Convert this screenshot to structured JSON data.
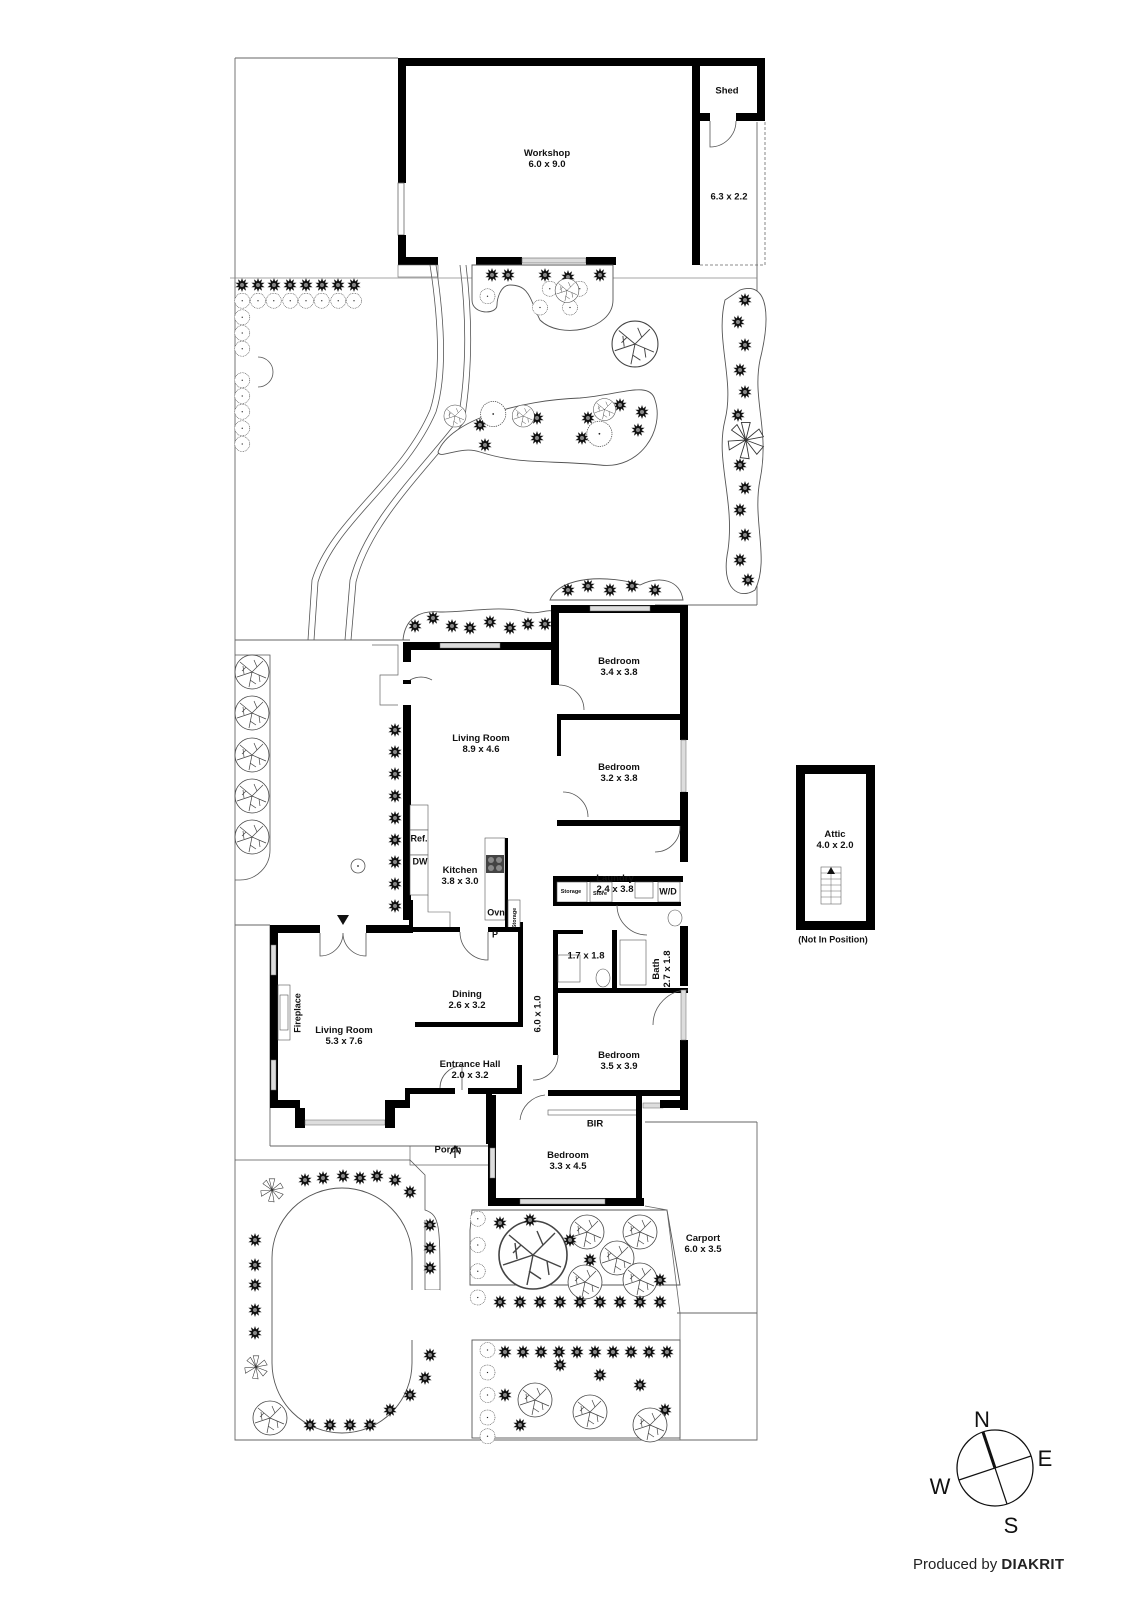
{
  "plan": {
    "rooms": [
      {
        "id": "workshop",
        "name": "Workshop",
        "dims": "6.0 x 9.0"
      },
      {
        "id": "shed",
        "name": "Shed",
        "dims": ""
      },
      {
        "id": "shed-annex",
        "name": "",
        "dims": "6.3 x 2.2"
      },
      {
        "id": "bedroom-1",
        "name": "Bedroom",
        "dims": "3.4 x 3.8"
      },
      {
        "id": "bedroom-2",
        "name": "Bedroom",
        "dims": "3.2 x 3.8"
      },
      {
        "id": "living-room-rear",
        "name": "Living Room",
        "dims": "8.9 x 4.6"
      },
      {
        "id": "laundry",
        "name": "Laundry",
        "dims": "2.4 x 3.8"
      },
      {
        "id": "kitchen",
        "name": "Kitchen",
        "dims": "3.8 x 3.0"
      },
      {
        "id": "ensuite",
        "name": "",
        "dims": "1.7 x 1.8"
      },
      {
        "id": "bath",
        "name": "Bath",
        "dims": "2.7 x 1.8"
      },
      {
        "id": "dining",
        "name": "Dining",
        "dims": "2.6 x 3.2"
      },
      {
        "id": "living-room-front",
        "name": "Living Room",
        "dims": "5.3 x 7.6"
      },
      {
        "id": "entrance-hall",
        "name": "Entrance Hall",
        "dims": "2.0 x 3.2"
      },
      {
        "id": "hallway",
        "name": "",
        "dims": "6.0 x 1.0"
      },
      {
        "id": "bedroom-3",
        "name": "Bedroom",
        "dims": "3.5 x 3.9"
      },
      {
        "id": "bir",
        "name": "BIR",
        "dims": ""
      },
      {
        "id": "porch",
        "name": "Porch",
        "dims": ""
      },
      {
        "id": "bedroom-4",
        "name": "Bedroom",
        "dims": "3.3 x 4.5"
      },
      {
        "id": "carport",
        "name": "Carport",
        "dims": "6.0 x 3.5"
      }
    ],
    "fixtures": {
      "ref": "Ref.",
      "dw": "DW",
      "oven": "Ovn",
      "pantry": "P",
      "storage_kitchen": "Storage",
      "storage_laundry": "Storage",
      "store": "Store",
      "washer_dryer": "W/D",
      "fireplace": "Fireplace"
    },
    "attic": {
      "name": "Attic",
      "dims": "4.0 x 2.0",
      "note": "(Not In Position)"
    }
  },
  "compass": {
    "north": "N",
    "east": "E",
    "south": "S",
    "west": "W"
  },
  "credit": {
    "prefix": "Produced by",
    "brand": "DIAKRIT"
  },
  "colors": {
    "wall": "#000000",
    "line": "#555555",
    "background": "#ffffff"
  }
}
